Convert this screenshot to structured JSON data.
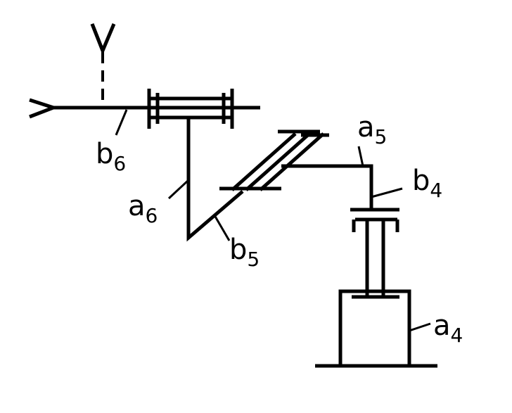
{
  "labels": {
    "b6": {
      "letter": "b",
      "sub": "6"
    },
    "a6": {
      "letter": "a",
      "sub": "6"
    },
    "b5": {
      "letter": "b",
      "sub": "5"
    },
    "a5": {
      "letter": "a",
      "sub": "5"
    },
    "b4": {
      "letter": "b",
      "sub": "4"
    },
    "a4": {
      "letter": "a",
      "sub": "4"
    }
  },
  "colors": {
    "ink": "#000000",
    "background": "#ffffff"
  }
}
